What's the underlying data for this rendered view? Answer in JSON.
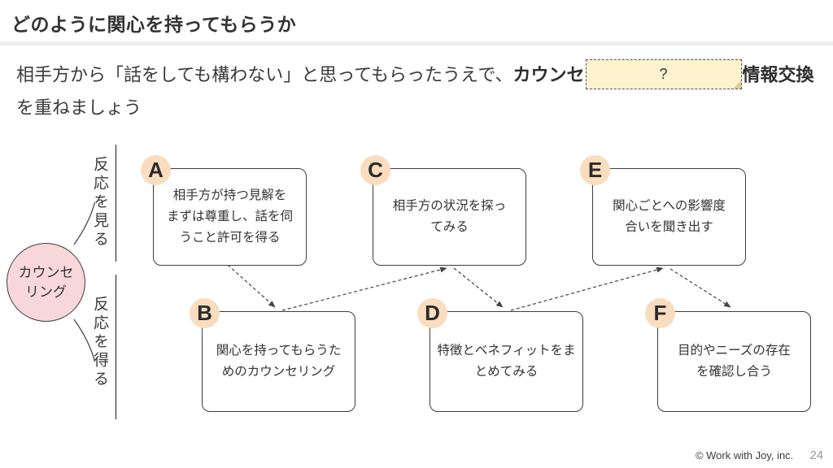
{
  "title": "どのように関心を持ってもらうか",
  "subtitle": {
    "pre": "相手方から「話をしても構わない」と思ってもらったうえで、",
    "bold_before": "カウンセ",
    "quiz_mark": "?",
    "bold_after": "情報交換",
    "post": "を重ねましょう"
  },
  "diagram": {
    "circle_label": "カウンセ\nリング",
    "axis_top_label": "反応を見る",
    "axis_bottom_label": "反応を得る",
    "boxes": [
      {
        "id": "A",
        "text": "相手方が持つ見解を\nまずは尊重し、話を伺\nうこと許可を得る"
      },
      {
        "id": "B",
        "text": "関心を持ってもらうた\nめのカウンセリング"
      },
      {
        "id": "C",
        "text": "相手方の状況を探っ\nてみる"
      },
      {
        "id": "D",
        "text": "特徴とベネフィットをま\nとめてみる"
      },
      {
        "id": "E",
        "text": "関心ごとへの影響度\n合いを聞き出す"
      },
      {
        "id": "F",
        "text": "目的やニーズの存在\nを確認し合う"
      }
    ],
    "flow_order": "A→B→C→D→E→F"
  },
  "footer": {
    "copyright": "© Work with Joy, inc.",
    "page_number": "24"
  },
  "colors": {
    "badge_peach": "#FADDBE",
    "circle_pink": "#F8D7DB",
    "quiz_yellow": "#FCF3CE",
    "divider_gray": "#EFEFEF",
    "line_dark": "#444444",
    "text_dark": "#333333",
    "page_number_gray": "#999999"
  }
}
